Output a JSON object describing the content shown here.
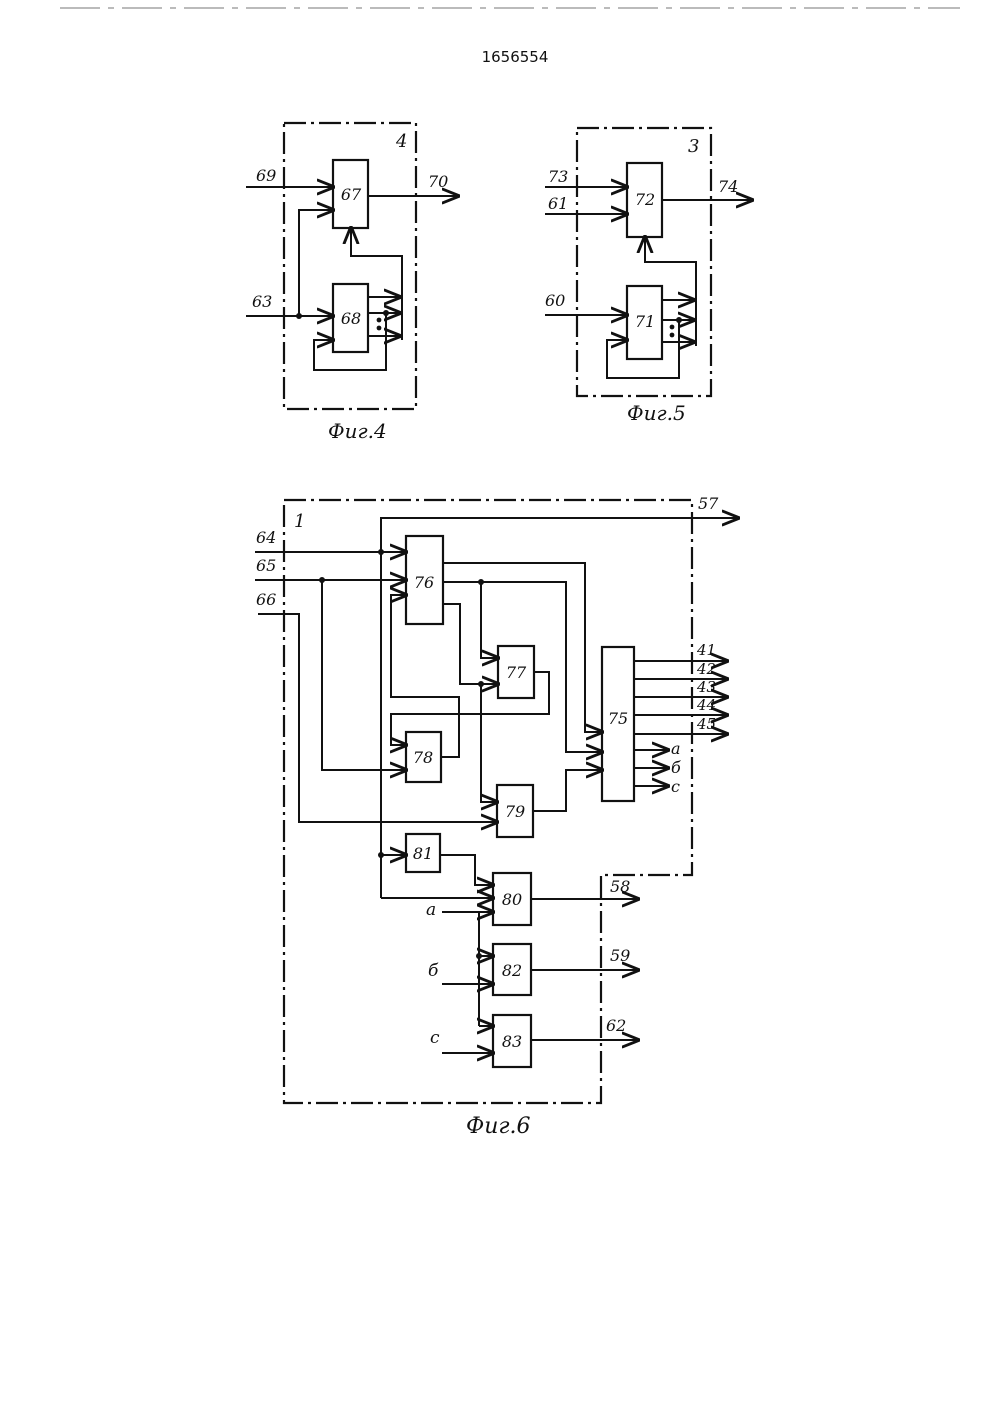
{
  "header": {
    "patent_number": "1656554"
  },
  "fig4": {
    "caption": "Фиг.4",
    "block_number": "4",
    "blocks": [
      "67",
      "68"
    ],
    "inputs": [
      "69",
      "63"
    ],
    "output": "70"
  },
  "fig5": {
    "caption": "Фиг.5",
    "block_number": "3",
    "blocks": [
      "72",
      "71"
    ],
    "inputs": [
      "73",
      "61",
      "60"
    ],
    "output": "74"
  },
  "fig6": {
    "caption": "Фиг.6",
    "block_number": "1",
    "blocks": [
      "76",
      "77",
      "78",
      "79",
      "75",
      "81",
      "80",
      "82",
      "83"
    ],
    "inputs": [
      "64",
      "65",
      "66"
    ],
    "side_inputs": [
      "а",
      "б",
      "с"
    ],
    "top_output": "57",
    "bus_outputs": [
      "41",
      "42",
      "43",
      "44",
      "45"
    ],
    "block75_outputs": [
      "а",
      "б",
      "с"
    ],
    "bottom_outputs": [
      "58",
      "59",
      "62"
    ]
  }
}
